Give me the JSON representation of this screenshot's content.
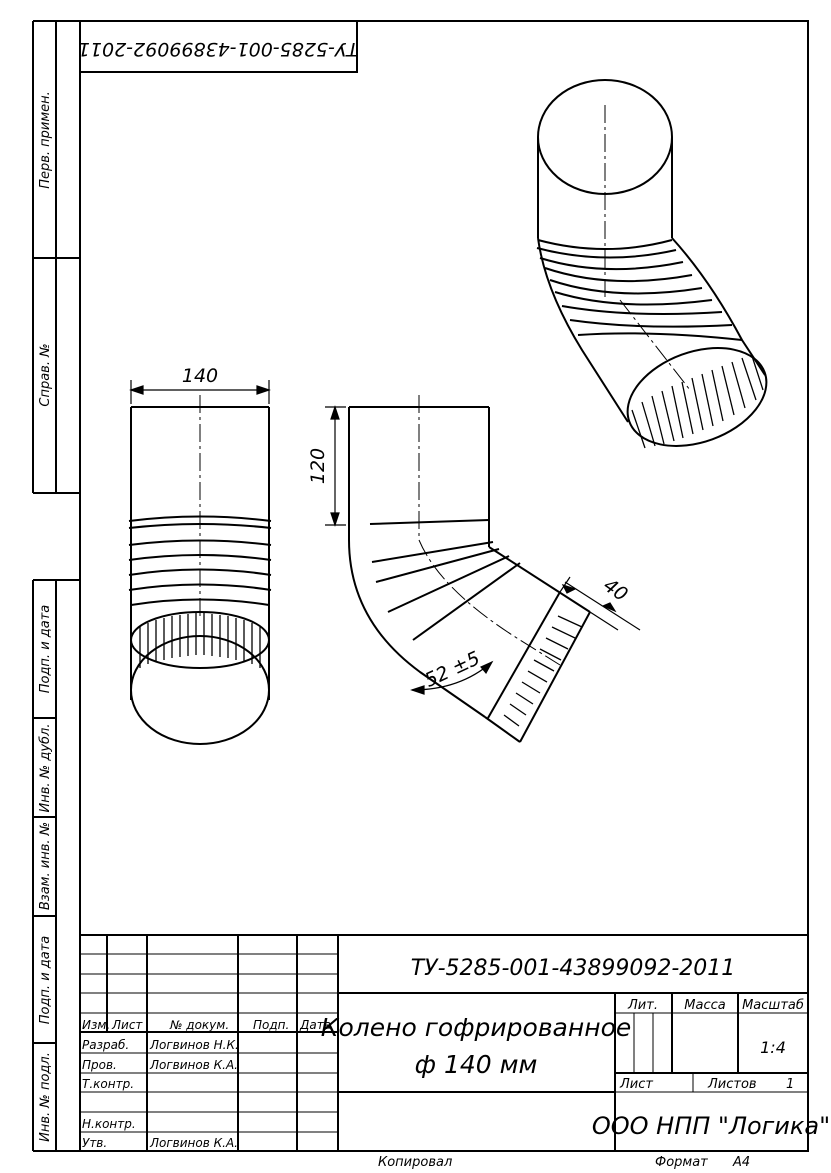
{
  "side_margin": {
    "perv_primen": "Перв. примен.",
    "sprav_no": "Справ. №",
    "podp_data_1": "Подп. и дата",
    "inv_dubl": "Инв. № дубл.",
    "vzam_inv": "Взам. инв. №",
    "podp_data_2": "Подп. и дата",
    "inv_podl": "Инв. № подл."
  },
  "corner_code": "ТУ-5285-001-43899092-2011",
  "dimensions": {
    "width": "140",
    "height": "120",
    "angle": "52 ±5",
    "sleeve": "40"
  },
  "title_block": {
    "document_code": "ТУ-5285-001-43899092-2011",
    "title_line1": "Колено гофрированное",
    "title_line2": "ф 140 мм",
    "col_headers": [
      "Изм.",
      "Лист",
      "№ докум.",
      "Подп.",
      "Дата"
    ],
    "roles": [
      {
        "role": "Разраб.",
        "name": "Логвинов Н.К."
      },
      {
        "role": "Пров.",
        "name": "Логвинов К.А."
      },
      {
        "role": "Т.контр.",
        "name": ""
      },
      {
        "role": "",
        "name": ""
      },
      {
        "role": "Н.контр.",
        "name": ""
      },
      {
        "role": "Утв.",
        "name": "Логвинов К.А."
      }
    ],
    "lit_label": "Лит.",
    "mass_label": "Масса",
    "scale_label": "Масштаб",
    "scale_value": "1:4",
    "sheet_label": "Лист",
    "sheets_label": "Листов",
    "sheets_value": "1",
    "organization": "ООО НПП \"Логика\""
  },
  "footer": {
    "copied": "Копировал",
    "format_label": "Формат",
    "format_value": "А4"
  }
}
